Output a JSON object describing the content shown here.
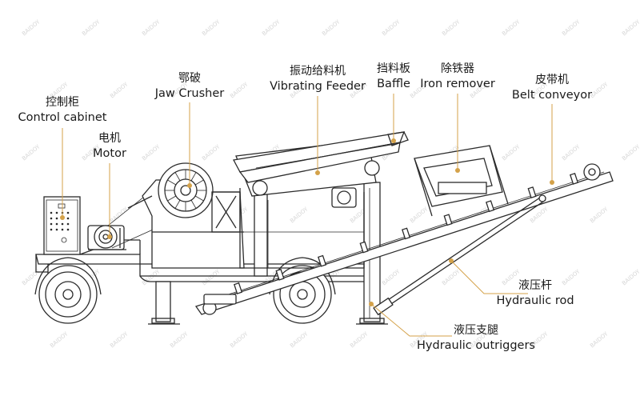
{
  "watermark_text": "BAIDOY",
  "labels": {
    "control_cabinet": {
      "cn": "控制柜",
      "en": "Control cabinet"
    },
    "motor": {
      "cn": "电机",
      "en": "Motor"
    },
    "jaw_crusher": {
      "cn": "鄂破",
      "en": "Jaw Crusher"
    },
    "vibrating_feeder": {
      "cn": "振动给料机",
      "en": "Vibrating Feeder"
    },
    "baffle": {
      "cn": "挡料板",
      "en": "Baffle"
    },
    "iron_remover": {
      "cn": "除铁器",
      "en": "Iron remover"
    },
    "belt_conveyor": {
      "cn": "皮带机",
      "en": "Belt conveyor"
    },
    "hydraulic_rod": {
      "cn": "液压杆",
      "en": "Hydraulic rod"
    },
    "hydraulic_outriggers": {
      "cn": "液压支腿",
      "en": "Hydraulic outriggers"
    }
  },
  "colors": {
    "line": "#2b2b2b",
    "leader": "#d4a24a",
    "watermark": "#d6d6d6"
  }
}
